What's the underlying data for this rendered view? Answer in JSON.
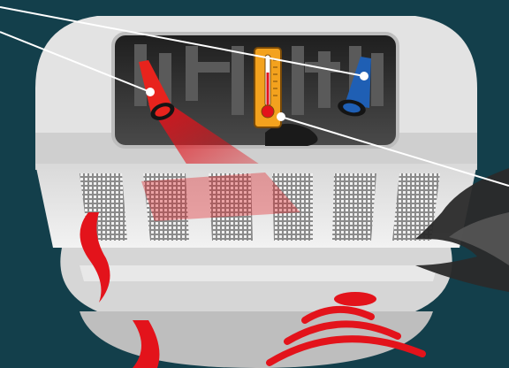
{
  "illustration": {
    "subject": "multi-sensor-smoke-detector",
    "components": [
      {
        "name": "optical-emitter",
        "icon": "red-cone-icon",
        "color": "#e8231d"
      },
      {
        "name": "optical-receiver",
        "icon": "blue-cone-icon",
        "color": "#1f5fb4"
      },
      {
        "name": "heat-sensor",
        "icon": "thermometer-icon",
        "color": "#f3a21e"
      }
    ],
    "colors": {
      "background": "#133f4b",
      "housing_light": "#e6e6e6",
      "housing_mid": "#c9c9c9",
      "housing_dark": "#a9a9a9",
      "chamber": "#2f2f2f",
      "smoke": "#3a3a3a",
      "alarm_red": "#e3131b",
      "leader_lines": "#ffffff"
    }
  }
}
